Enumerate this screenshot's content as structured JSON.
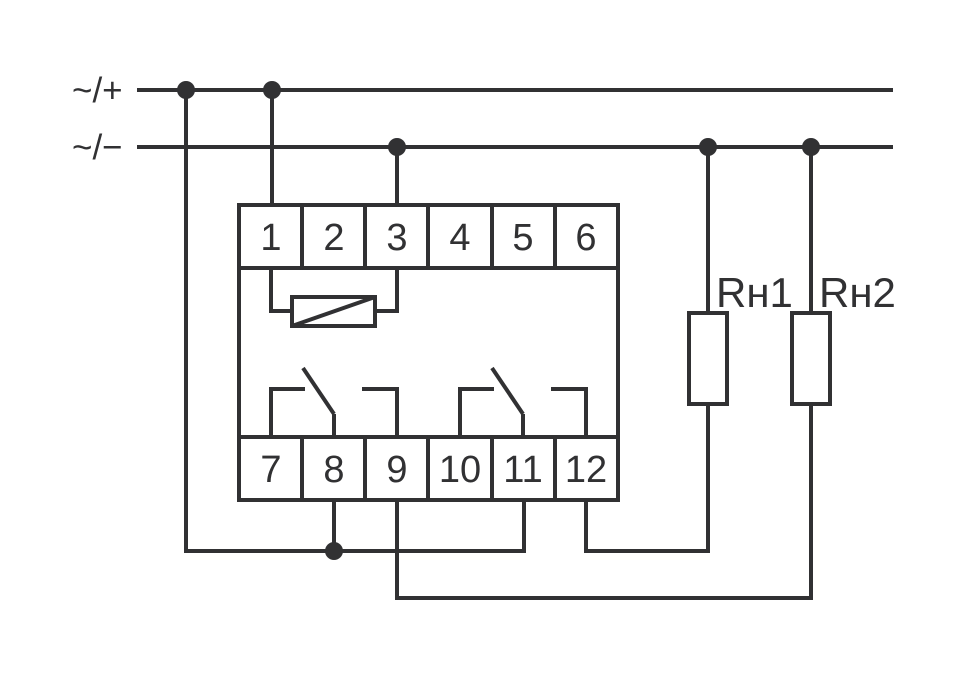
{
  "colors": {
    "line": "#313133",
    "background": "#ffffff"
  },
  "rails": {
    "positive_label": "~/+",
    "negative_label": "~/−"
  },
  "device": {
    "terminals_top": [
      "1",
      "2",
      "3",
      "4",
      "5",
      "6"
    ],
    "terminals_bottom": [
      "7",
      "8",
      "9",
      "10",
      "11",
      "12"
    ]
  },
  "loads": {
    "load1_label": "Rн1",
    "load2_label": "Rн2"
  }
}
